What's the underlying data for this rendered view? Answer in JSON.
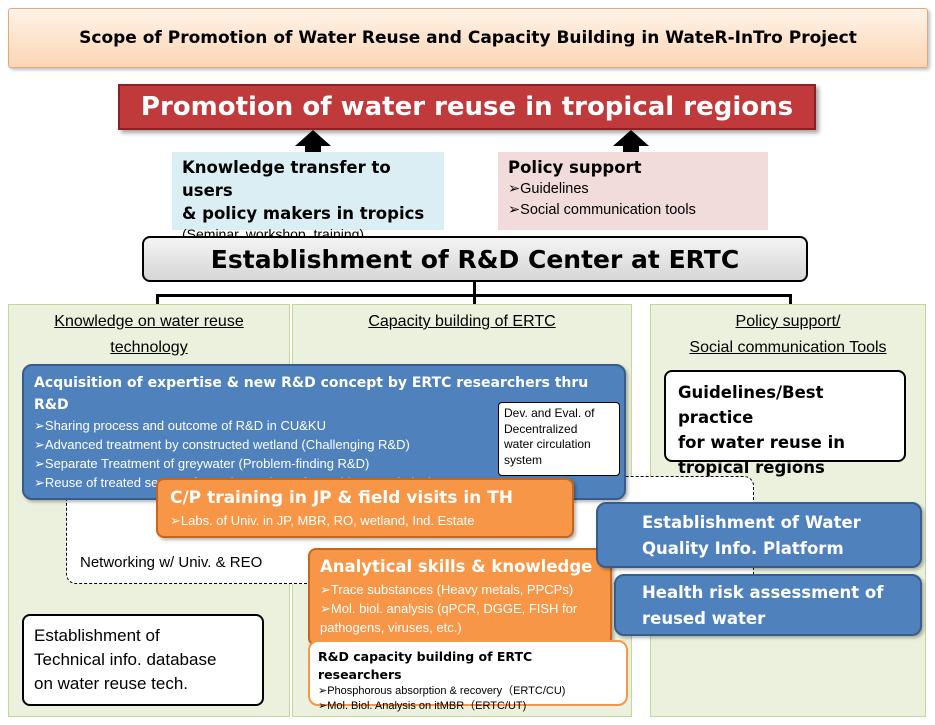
{
  "title": "Scope of Promotion of Water Reuse and Capacity Building in WateR-InTro Project",
  "promotion": "Promotion of water reuse in tropical regions",
  "knowledge_transfer": {
    "line1": "Knowledge transfer to users",
    "line2": "& policy makers in tropics",
    "sub": "(Seminar, workshop, training)"
  },
  "policy_support_top": {
    "title": "Policy support",
    "items": [
      "➢Guidelines",
      "➢Social communication tools"
    ]
  },
  "center": "Establishment of R&D Center at ERTC",
  "columns": {
    "left": {
      "line1": "Knowledge on water reuse",
      "line2": "technology"
    },
    "middle": {
      "line1": "Capacity building of ERTC"
    },
    "right": {
      "line1": "Policy support/",
      "line2": "Social communication Tools"
    }
  },
  "acquisition": {
    "title": "Acquisition of expertise & new R&D concept by ERTC researchers thru R&D",
    "items": [
      "➢Sharing  process and outcome  of R&D in CU&KU",
      "➢Advanced treatment by constructed wetland (Challenging R&D)",
      "➢Separate Treatment of greywater (Problem-finding R&D)",
      "➢Reuse of treated sewage for agri. Use (R&D for problem resolution)"
    ]
  },
  "dev_eval": [
    "Dev. and Eval. of",
    "Decentralized",
    "water circulation",
    "system"
  ],
  "cp_training": {
    "title": "C/P training in JP & field visits in TH",
    "item": "➢Labs. of Univ. in JP, MBR, RO, wetland, Ind. Estate"
  },
  "networking": "Networking w/ Univ. & REO",
  "analytical": {
    "title": "Analytical skills & knowledge",
    "items": [
      "➢Trace substances (Heavy metals, PPCPs)",
      "➢Mol. biol. analysis (qPCR, DGGE, FISH for",
      "pathogens, viruses, etc.)"
    ]
  },
  "rd_capacity": {
    "title": "R&D capacity building of ERTC researchers",
    "items": [
      "➢Phosphorous absorption & recovery（ERTC/CU)",
      "➢Mol. Biol. Analysis on itMBR（ERTC/UT)"
    ]
  },
  "tech_db": [
    "Establishment of",
    "Technical info. database",
    "on water reuse tech."
  ],
  "guidelines": [
    "Guidelines/Best practice",
    "for water reuse in",
    "tropical regions"
  ],
  "wqip": [
    "Establishment  of Water",
    "Quality Info. Platform"
  ],
  "health": [
    "Health risk assessment  of",
    "reused water"
  ],
  "colors": {
    "promotion": "#c0393b",
    "blue_box": "#4f81bd",
    "orange_box": "#f79646",
    "column_bg": "#ebf1dd",
    "knowledge_bg": "#daeef3",
    "policy_bg": "#f2dcdb"
  }
}
